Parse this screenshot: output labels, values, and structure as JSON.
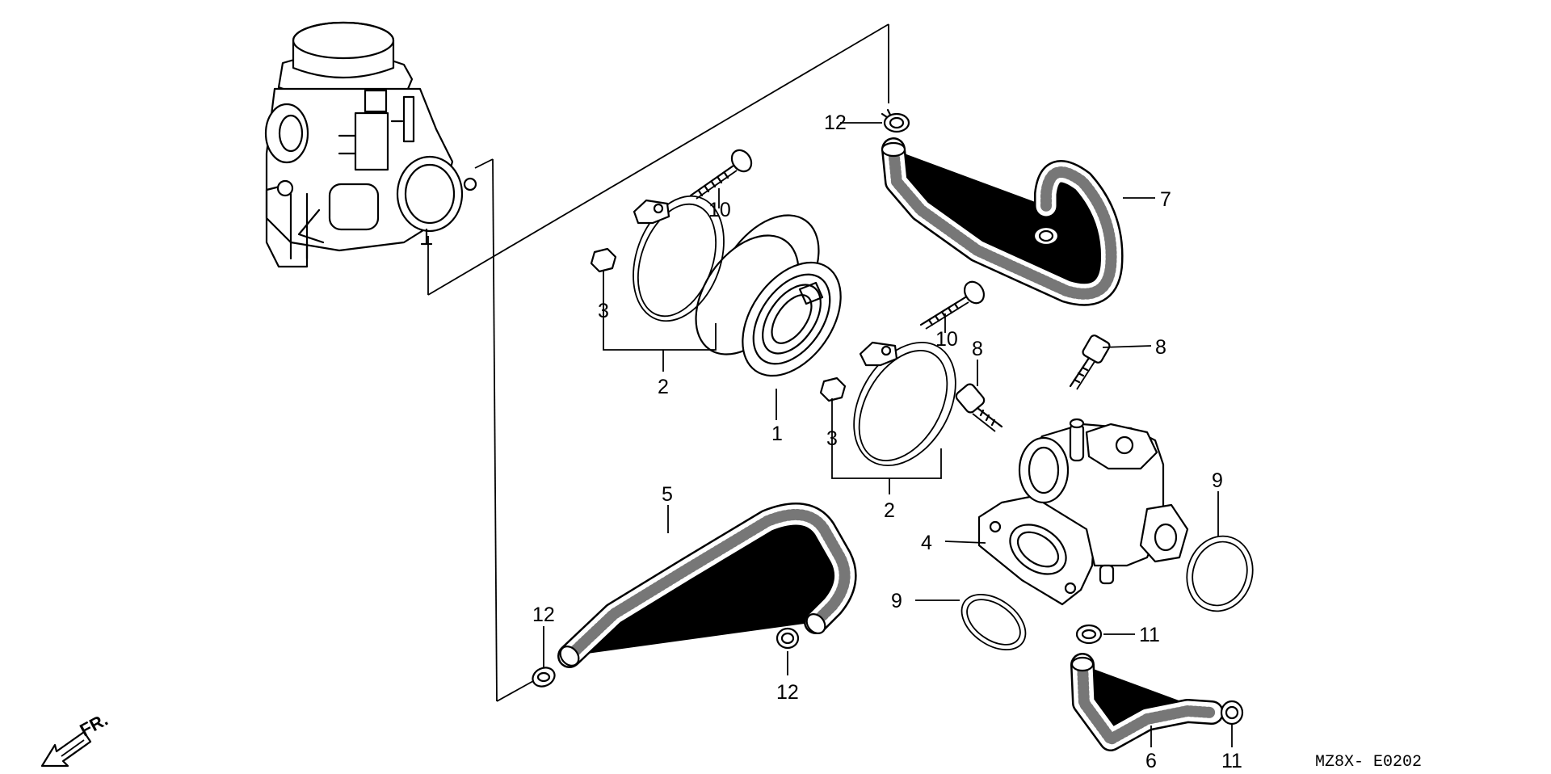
{
  "diagram": {
    "part_labels": {
      "p1": "1",
      "p2": "2",
      "p3": "3",
      "p4": "4",
      "p5": "5",
      "p6": "6",
      "p7": "7",
      "p8": "8",
      "p9": "9",
      "p10": "10",
      "p11": "11",
      "p12": "12"
    },
    "front_indicator": "FR.",
    "reference_code": "MZ8X- E0202"
  },
  "colors": {
    "ink": "#000000",
    "background": "#ffffff"
  }
}
